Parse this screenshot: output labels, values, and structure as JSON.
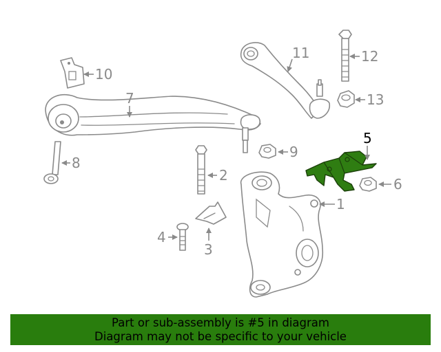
{
  "diagram": {
    "callouts": [
      "1",
      "2",
      "3",
      "4",
      "5",
      "6",
      "7",
      "8",
      "9",
      "10",
      "11",
      "12",
      "13"
    ],
    "highlighted_part": "5",
    "colors": {
      "highlight": "#2f7d12",
      "line": "#8a8a8a",
      "banner": "#297d0d"
    }
  },
  "banner": {
    "line1": "Part or sub-assembly is #5 in diagram",
    "line2": "Diagram may not be specific to your vehicle"
  }
}
